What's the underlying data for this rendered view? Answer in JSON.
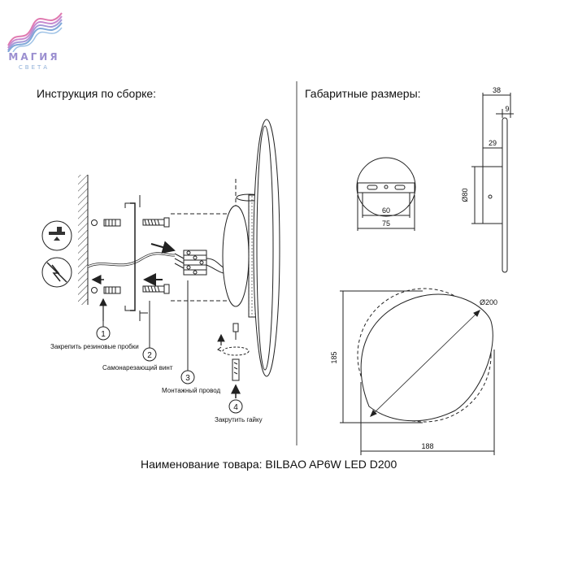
{
  "brand": {
    "name": "МАГИЯ",
    "sub": "СВЕТА"
  },
  "headings": {
    "assembly": "Инструкция по сборке:",
    "dimensions": "Габаритные размеры:"
  },
  "steps": [
    {
      "number": "1",
      "label": "Закрепить резиновые пробки"
    },
    {
      "number": "2",
      "label": "Самонарезающий винт"
    },
    {
      "number": "3",
      "label": "Монтажный провод"
    },
    {
      "number": "4",
      "label": "Закрутить гайку"
    }
  ],
  "dimensions": {
    "depth_total": "38",
    "panel_thickness": "9",
    "base_depth": "29",
    "base_diameter": "Ø80",
    "base_hole_spacing": "60",
    "base_width": "75",
    "circle_diameter": "Ø200",
    "height": "185",
    "width": "188"
  },
  "product": {
    "name_line": "Наименование товара: BILBAO AP6W LED D200"
  },
  "colors": {
    "line": "#222222",
    "logo_purple": "#9b8fd0",
    "logo_pink": "#e07ab0",
    "logo_blue": "#7fa8d8"
  }
}
